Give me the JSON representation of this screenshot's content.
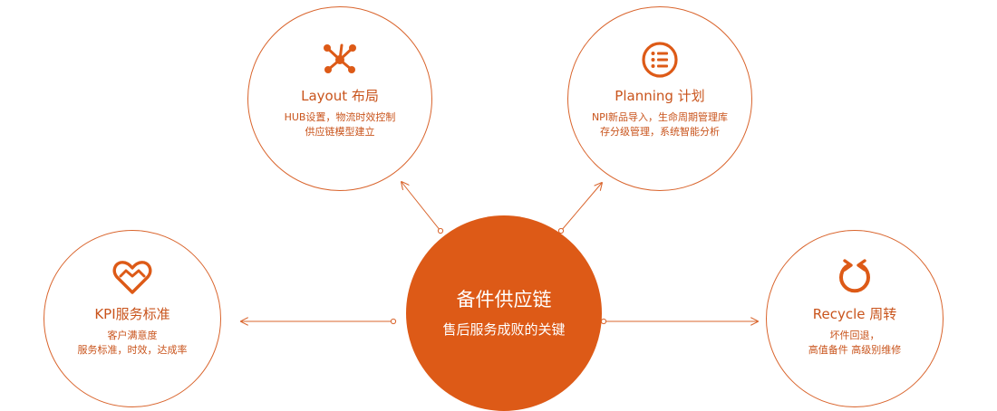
{
  "center": {
    "title": "备件供应链",
    "subtitle": "售后服务成败的关键"
  },
  "nodes": {
    "layout": {
      "icon": "hub-network-icon",
      "title": "Layout 布局",
      "lines": [
        "HUB设置，物流时效控制",
        "供应链模型建立"
      ]
    },
    "planning": {
      "icon": "list-icon",
      "title": "Planning 计划",
      "lines": [
        "NPI新品导入，生命周期管理库",
        "存分级管理，系统智能分析"
      ]
    },
    "kpi": {
      "icon": "heart-icon",
      "title": "KPI服务标准",
      "lines": [
        "客户满意度",
        "服务标准，时效，达成率"
      ]
    },
    "recycle": {
      "icon": "recycle-loop-icon",
      "title": "Recycle 周转",
      "lines": [
        "坏件回退，",
        "高值备件 高级别维修"
      ]
    }
  },
  "colors": {
    "accent": "#dd5a17",
    "stroke": "#d9642c",
    "text": "#c9541c"
  }
}
